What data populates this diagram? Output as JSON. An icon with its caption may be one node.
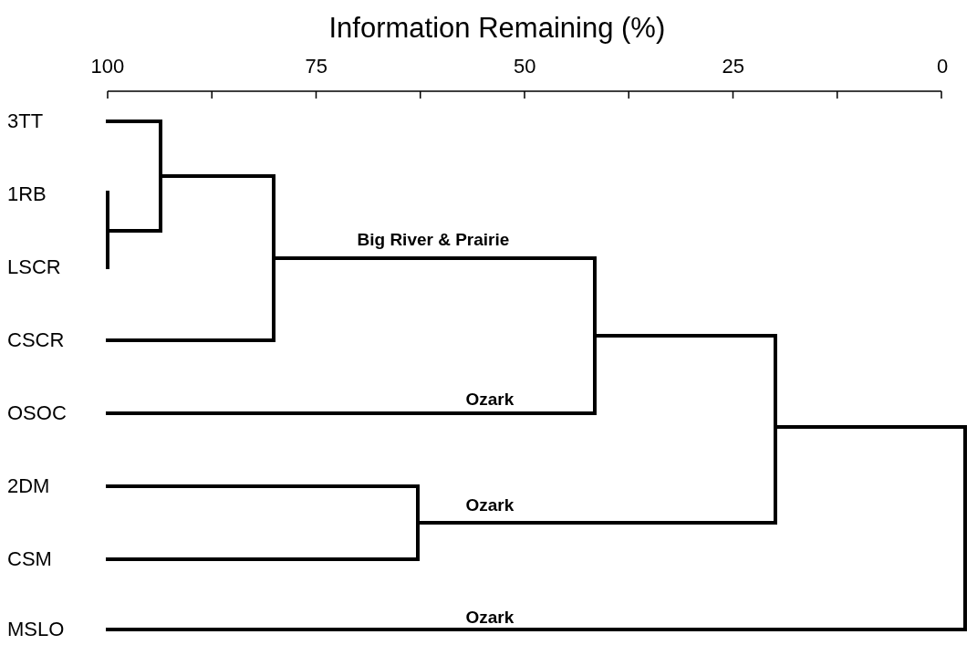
{
  "diagram": {
    "title": "Information Remaining (%)",
    "labels": [
      "100",
      "75",
      "50",
      "25",
      "0",
      "3TT",
      "1RB",
      "LSCR",
      "CSCR",
      "OSOC",
      "2DM",
      "CSM",
      "MSLO",
      "Big River & Prairie",
      "Ozark",
      "Ozark",
      "Ozark"
    ]
  }
}
